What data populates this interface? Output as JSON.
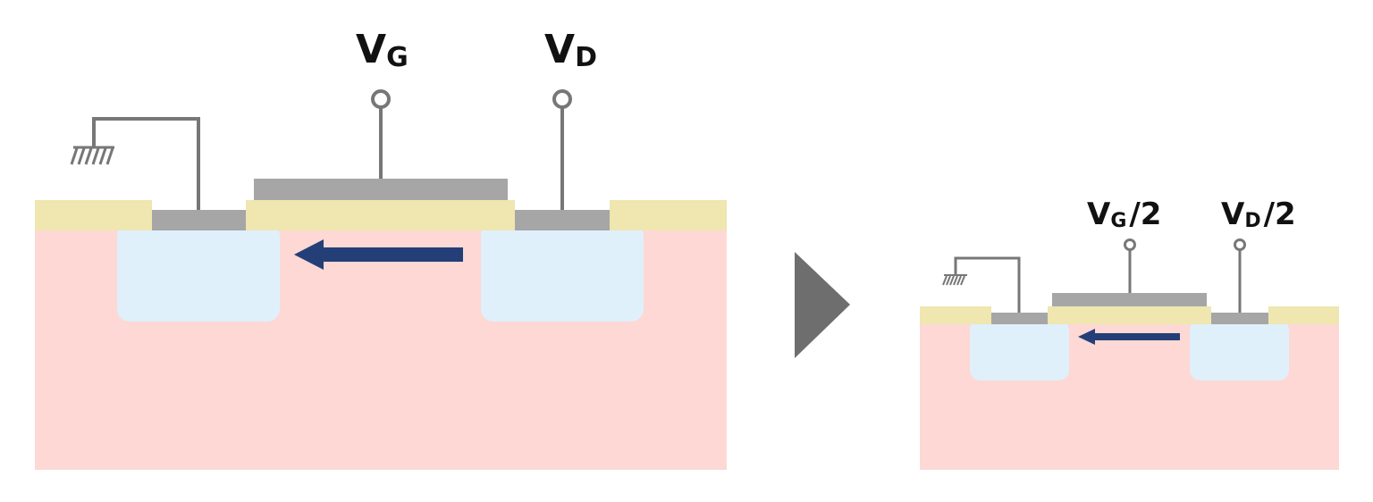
{
  "colors": {
    "substrate": "#fdd8d4",
    "oxide": "#efe6b0",
    "well": "#dff0fb",
    "metal": "#a6a6a6",
    "wire": "#777777",
    "arrow": "#243f77",
    "next_triangle": "#6e6e6e",
    "text": "#111111"
  },
  "left_device": {
    "gate_label": {
      "main": "V",
      "sub": "G",
      "suffix": ""
    },
    "drain_label": {
      "main": "V",
      "sub": "D",
      "suffix": ""
    },
    "source_terminal": "ground-icon",
    "electron_flow": "drain-to-source"
  },
  "transition_icon": "triangle-right-icon",
  "right_device": {
    "gate_label": {
      "main": "V",
      "sub": "G",
      "suffix": "/2"
    },
    "drain_label": {
      "main": "V",
      "sub": "D",
      "suffix": "/2"
    },
    "source_terminal": "ground-icon",
    "electron_flow": "drain-to-source"
  }
}
